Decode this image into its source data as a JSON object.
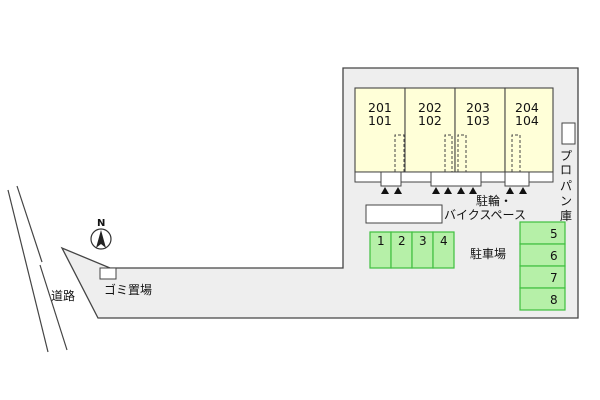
{
  "units": [
    {
      "upper": "201",
      "lower": "101"
    },
    {
      "upper": "202",
      "lower": "102"
    },
    {
      "upper": "203",
      "lower": "103"
    },
    {
      "upper": "204",
      "lower": "104"
    }
  ],
  "parking": {
    "left_row": [
      "1",
      "2",
      "3",
      "4"
    ],
    "right_column": [
      "5",
      "6",
      "7",
      "8"
    ]
  },
  "labels": {
    "road": "道路",
    "garbage": "ゴミ置場",
    "bike_line1": "駐輪・",
    "bike_line2": "バイクスペース",
    "parking": "駐車場",
    "propane": [
      "プ",
      "ロ",
      "パ",
      "ン",
      "庫"
    ]
  },
  "compass": {
    "north": "N"
  },
  "colors": {
    "building_fill": "#ffffd8",
    "parking_fill": "#b6f0a8",
    "parking_stroke": "#3fbf3f",
    "lot_fill": "#eeeeee",
    "outline": "#444444"
  }
}
